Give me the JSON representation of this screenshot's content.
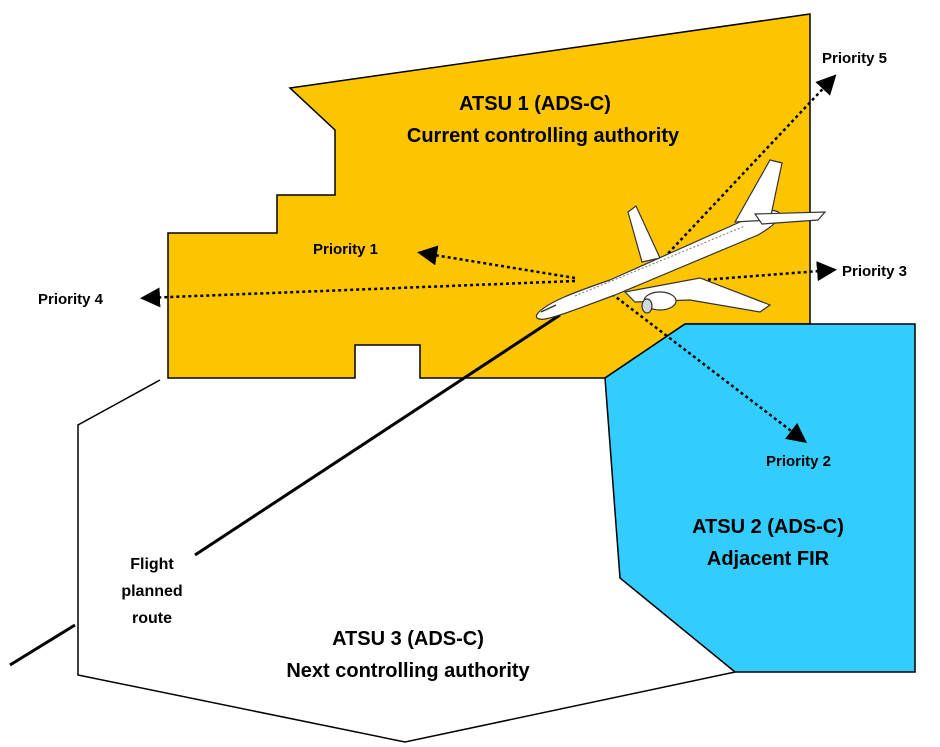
{
  "colors": {
    "atsu1_fill": "#fdc400",
    "atsu2_fill": "#33ccff",
    "atsu3_fill": "#ffffff",
    "outline": "#000000"
  },
  "regions": {
    "atsu1": {
      "name": "ATSU 1 (ADS-C)",
      "role": "Current controlling authority"
    },
    "atsu2": {
      "name": "ATSU 2 (ADS-C)",
      "role": "Adjacent FIR"
    },
    "atsu3": {
      "name": "ATSU 3 (ADS-C)",
      "role": "Next controlling authority"
    }
  },
  "priorities": {
    "p1": "Priority 1",
    "p2": "Priority 2",
    "p3": "Priority 3",
    "p4": "Priority 4",
    "p5": "Priority 5"
  },
  "route": {
    "line1": "Flight",
    "line2": "planned",
    "line3": "route"
  },
  "icons": {
    "aircraft": "aircraft-icon"
  }
}
